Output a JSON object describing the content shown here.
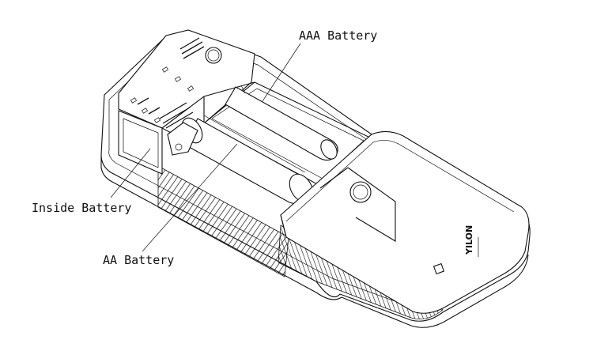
{
  "labels": {
    "aaa": "AAA Battery",
    "inside": "Inside Battery",
    "aa": "AA Battery"
  },
  "brand": "YILON"
}
